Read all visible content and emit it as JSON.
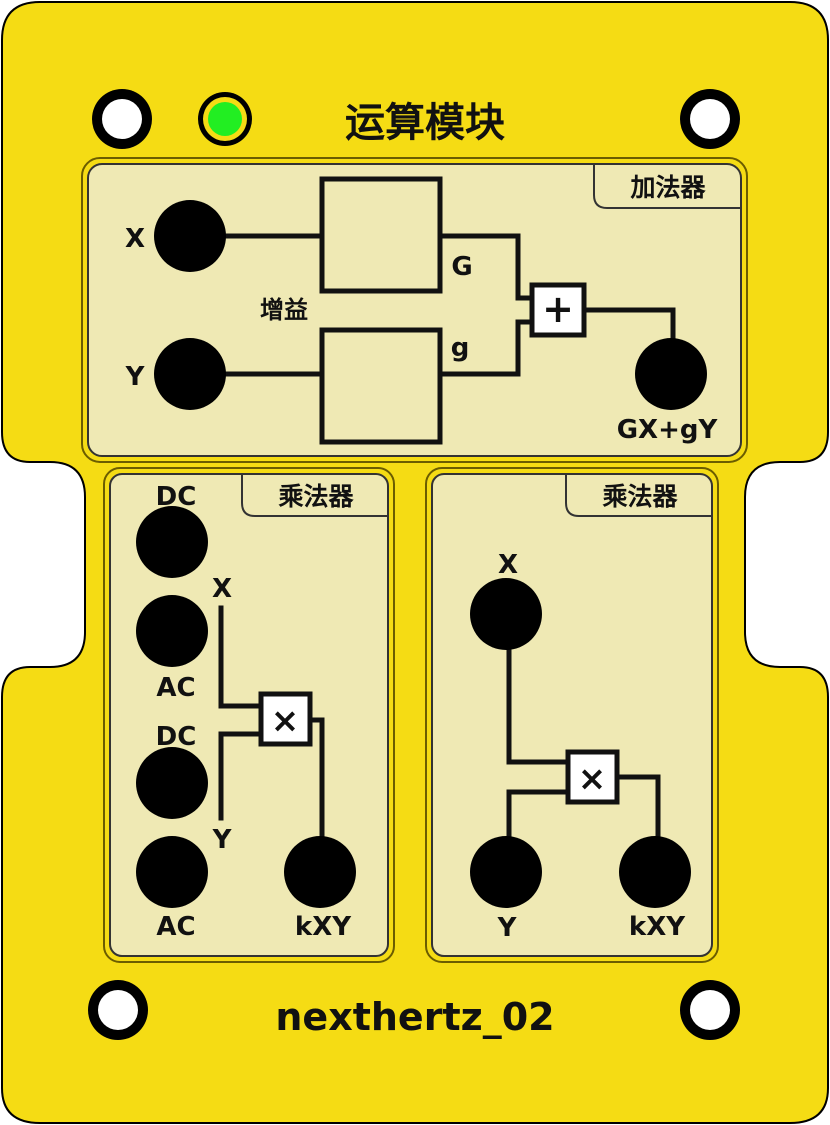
{
  "module": {
    "title": "运算模块",
    "brand": "nexthertz_02",
    "colors": {
      "board": "#f5dc14",
      "panel": "#efe9b4",
      "led": "#22ee22",
      "ink": "#111111"
    }
  },
  "adder": {
    "title": "加法器",
    "input_x": "X",
    "input_y": "Y",
    "gain_label": "增益",
    "gain_G": "G",
    "gain_g": "g",
    "output": "GX+gY",
    "operator": "+"
  },
  "multiplier_left": {
    "title": "乘法器",
    "dc_top": "DC",
    "ac_top": "AC",
    "dc_bottom": "DC",
    "ac_bottom": "AC",
    "input_x": "X",
    "input_y": "Y",
    "output": "kXY",
    "operator": "×"
  },
  "multiplier_right": {
    "title": "乘法器",
    "input_x": "X",
    "input_y": "Y",
    "output": "kXY",
    "operator": "×"
  }
}
